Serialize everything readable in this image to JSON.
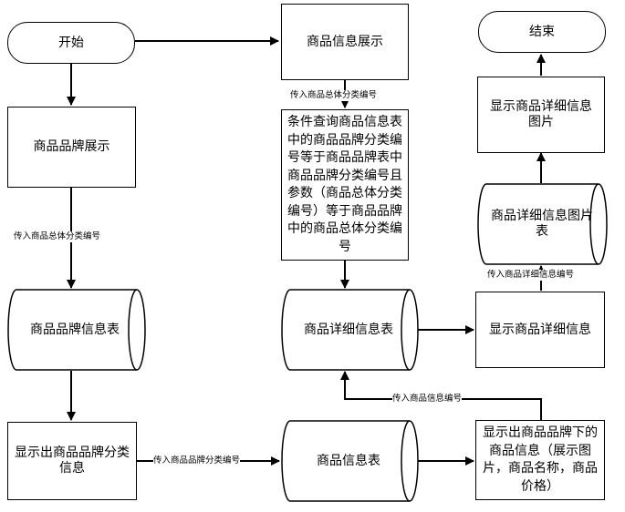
{
  "nodes": {
    "start": "开始",
    "product_info_display": "商品信息展示",
    "end": "结束",
    "brand_display": "商品品牌展示",
    "conditional_query": "条件查询商品信息表中的商品品牌分类编号等于商品品牌表中商品品牌分类编号且参数（商品总体分类编号）等于商品品牌中的商品总体分类编号",
    "show_detail_image": "显示商品详细信息图片",
    "detail_image_table": "商品详细信息图片表",
    "brand_info_table": "商品品牌信息表",
    "product_detail_table": "商品详细信息表",
    "show_product_detail": "显示商品详细信息",
    "show_brand_category": "显示出商品品牌分类信息",
    "product_info_table": "商品信息表",
    "show_products_under_brand": "显示出商品品牌下的商品信息（展示图片，商品名称，商品价格）"
  },
  "edge_labels": {
    "pass_overall_category_1": "传入商品总体分类编号",
    "pass_overall_category_2": "传入商品总体分类编号",
    "pass_detail_id": "传入商品详细信息编号",
    "pass_product_id": "传入商品信息编号",
    "pass_brand_category": "传入商品品牌分类编号"
  }
}
